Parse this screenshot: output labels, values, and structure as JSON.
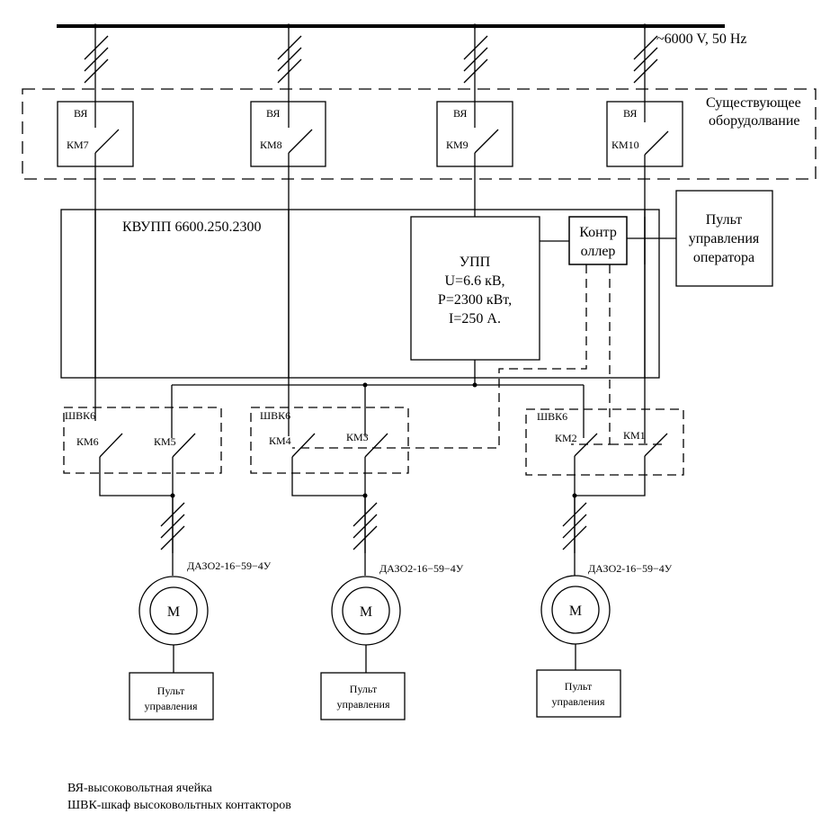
{
  "supply": {
    "label": "~6000 V, 50 Hz"
  },
  "existing_equipment": {
    "label_line1": "Существующее",
    "label_line2": "оборудолвание"
  },
  "cells": [
    {
      "type_label": "ВЯ",
      "contactor": "КМ7"
    },
    {
      "type_label": "ВЯ",
      "contactor": "КМ8"
    },
    {
      "type_label": "ВЯ",
      "contactor": "КМ9"
    },
    {
      "type_label": "ВЯ",
      "contactor": "КМ10"
    }
  ],
  "kvupp": {
    "label": "КВУПП 6600.250.2300"
  },
  "upp": {
    "title": "УПП",
    "line1": "U=6.6 кВ,",
    "line2": "P=2300 кВт,",
    "line3": "I=250 А."
  },
  "controller": {
    "line1": "Контр",
    "line2": "оллер"
  },
  "operator_panel": {
    "line1": "Пульт",
    "line2": "управления",
    "line3": "оператора"
  },
  "cabinets": [
    {
      "label": "ШВК6",
      "contactors": [
        "КМ6",
        "КМ5"
      ]
    },
    {
      "label": "ШВК6",
      "contactors": [
        "КМ4",
        "КМ3"
      ]
    },
    {
      "label": "ШВК6",
      "contactors": [
        "КМ2",
        "КМ1"
      ]
    }
  ],
  "motors": [
    {
      "model": "ДАЗО2-16−59−4У",
      "symbol": "М",
      "panel_line1": "Пульт",
      "panel_line2": "управления"
    },
    {
      "model": "ДАЗО2-16−59−4У",
      "symbol": "М",
      "panel_line1": "Пульт",
      "panel_line2": "управления"
    },
    {
      "model": "ДАЗО2-16−59−4У",
      "symbol": "М",
      "panel_line1": "Пульт",
      "panel_line2": "управления"
    }
  ],
  "legend": [
    "ВЯ-высоковольтная ячейка",
    "ШВК-шкаф высоковольтных контакторов"
  ]
}
